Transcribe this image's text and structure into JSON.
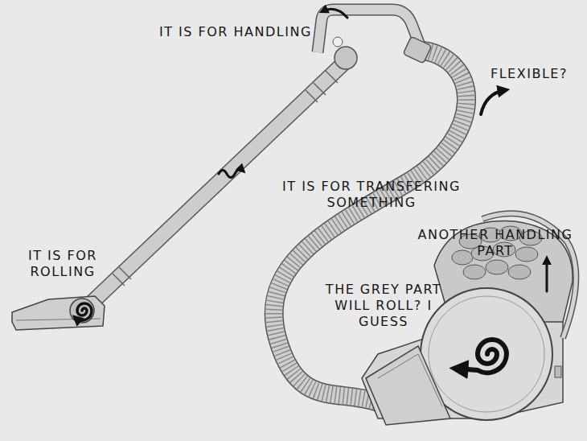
{
  "diagram": {
    "labels": [
      "IT IS FOR HANDLING",
      "FLEXIBLE?",
      "IT IS FOR TRANSFERING SOMETHING",
      "ANOTHER HANDLING PART",
      "IT IS FOR ROLLING",
      "THE GREY PART WILL ROLL? I GUESS"
    ]
  }
}
